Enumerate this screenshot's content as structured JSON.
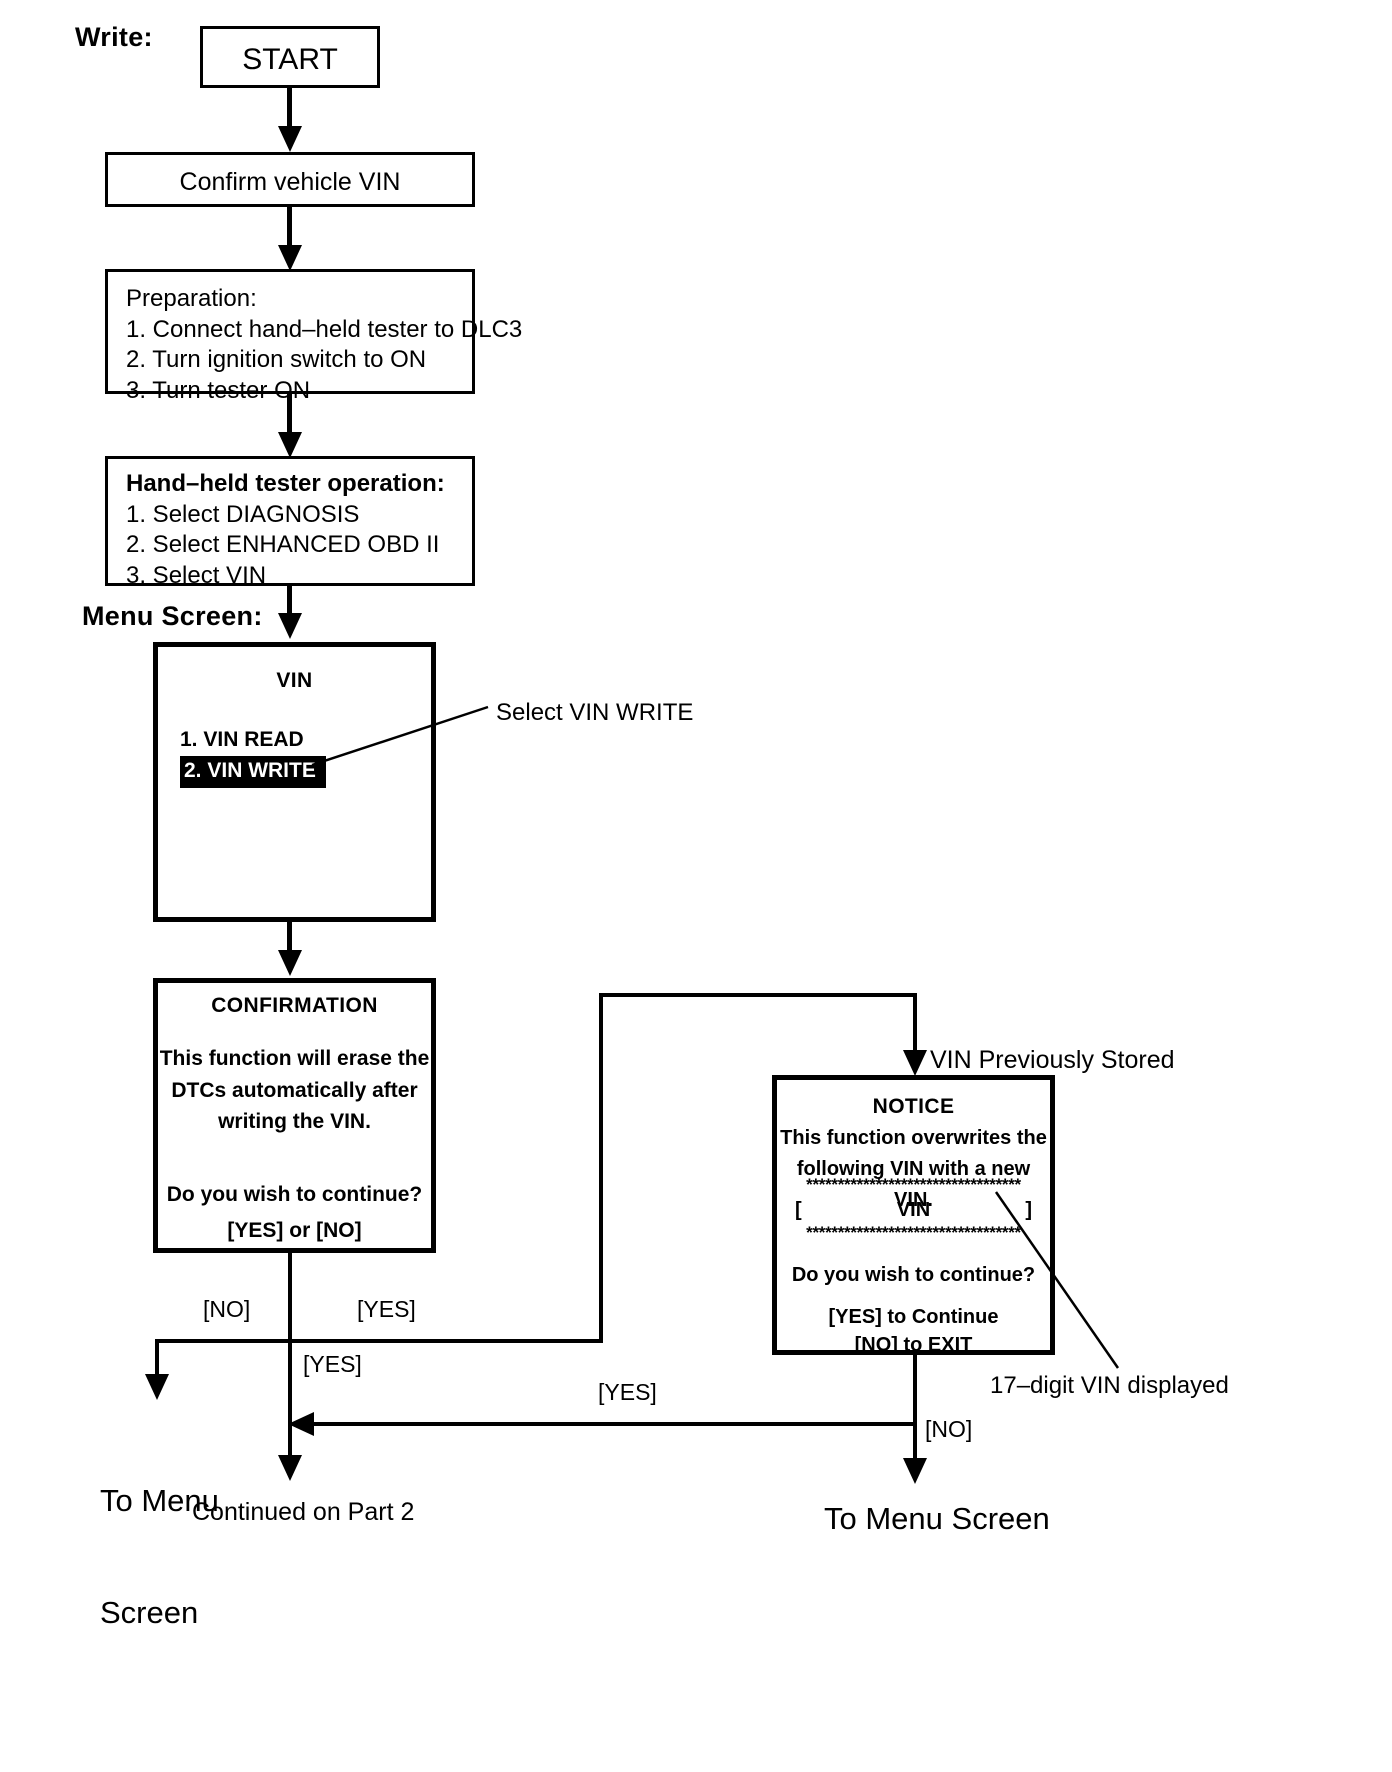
{
  "page": {
    "section_label": "Write:"
  },
  "nodes": {
    "start": {
      "label": "START"
    },
    "confirm_vin": {
      "label": "Confirm vehicle VIN"
    },
    "preparation": {
      "title": "Preparation:",
      "steps": [
        "1. Connect hand–held tester to DLC3",
        "2. Turn ignition switch to ON",
        "3. Turn tester ON"
      ]
    },
    "tester_operation": {
      "title": "Hand–held tester operation:",
      "steps": [
        "1. Select DIAGNOSIS",
        "2. Select ENHANCED OBD II",
        "3. Select VIN"
      ]
    },
    "menu_screen": {
      "caption": "Menu Screen:",
      "screen_title": "VIN",
      "items": [
        {
          "label": "1. VIN READ",
          "selected": false
        },
        {
          "label": "2. VIN WRITE",
          "selected": true
        }
      ],
      "annotation": "Select VIN WRITE"
    },
    "confirmation": {
      "title": "CONFIRMATION",
      "body": [
        "This function will erase the",
        "DTCs automatically after",
        "writing the VIN."
      ],
      "question": "Do you wish to continue?",
      "options": "[YES] or [NO]"
    },
    "notice": {
      "arrow_annotation": "VIN Previously Stored",
      "title": "NOTICE",
      "body": [
        "This function overwrites the",
        "following VIN with a new VIN."
      ],
      "stars": "**********************************",
      "vin_bracket_open": "[",
      "vin_field_label": "VIN",
      "vin_bracket_close": "]",
      "question": "Do you wish to continue?",
      "options": [
        "[YES] to Continue",
        "[NO] to EXIT"
      ],
      "callout": "17–digit VIN displayed"
    }
  },
  "edges": {
    "confirmation_no": "[NO]",
    "confirmation_yes_right": "[YES]",
    "confirmation_yes_down": "[YES]",
    "notice_yes": "[YES]",
    "notice_no": "[NO]"
  },
  "terminals": {
    "to_menu_screen_left_line1": "To Menu",
    "to_menu_screen_left_line2": "Screen",
    "continued": "Continued on Part 2",
    "to_menu_screen_right": "To Menu Screen"
  }
}
